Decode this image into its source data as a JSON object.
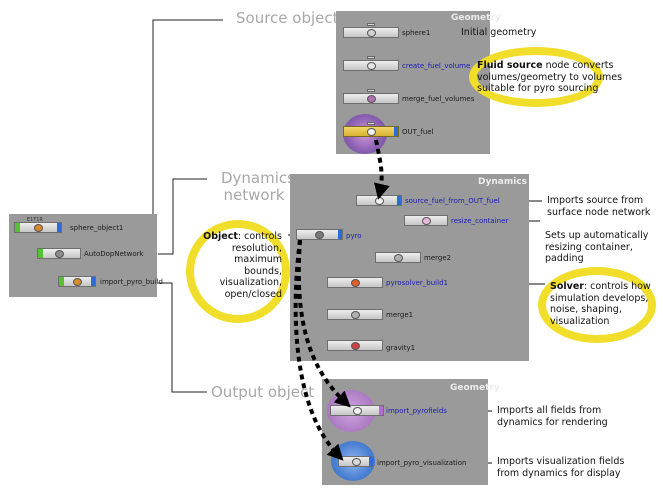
{
  "sections": {
    "source_object": "Source object",
    "dynamics_network": [
      "Dynamics",
      "network"
    ],
    "output_object": "Output object"
  },
  "panels": {
    "geometry_top": "Geometry",
    "dynamics": "Dynamics",
    "geometry_bottom": "Geometry"
  },
  "obj_nodes": {
    "sphere_object1": "sphere_object1",
    "autodopnetwork": "AutoDopNetwork",
    "import_pyro_build": "import_pyro_build",
    "sphere_badge": "E1F1R"
  },
  "geo_nodes": {
    "sphere1": "sphere1",
    "create_fuel_volume": "create_fuel_volume",
    "merge_fuel_volumes": "merge_fuel_volumes",
    "out_fuel": "OUT_fuel"
  },
  "dop_nodes": {
    "source_fuel": "source_fuel_from_OUT_fuel",
    "resize_container": "resize_container",
    "pyro": "pyro",
    "merge2": "merge2",
    "pyrosolver": "pyrosolver_build1",
    "merge1": "merge1",
    "gravity1": "gravity1"
  },
  "out_nodes": {
    "import_pyrofields": "import_pyrofields",
    "import_pyro_visualization": "import_pyro_visualization"
  },
  "notes": {
    "initial_geometry": "Initial geometry",
    "fluid_source_bold": "Fluid source",
    "fluid_source_rest1": " node converts",
    "fluid_source_rest2": "volumes/geometry to volumes",
    "fluid_source_rest3": "suitable for pyro sourcing",
    "imports_source": [
      "Imports source from",
      "surface node network"
    ],
    "sets_up": [
      "Sets up automatically",
      "resizing container,",
      "padding"
    ],
    "object_bold": "Object",
    "object_rest1": ": controls",
    "object_rest": [
      "resolution,",
      "maximum bounds,",
      "visualization,",
      "open/closed"
    ],
    "solver_bold": "Solver",
    "solver_rest1": ": controls how",
    "solver_rest": [
      "simulation develops,",
      "noise, shaping,",
      "visualization"
    ],
    "imports_all": [
      "Imports all fields from",
      "dynamics for rendering"
    ],
    "imports_vis": [
      "Imports visualization fields",
      "from dynamics for display"
    ]
  },
  "colors": {
    "panel_bg": "#9a9a9a",
    "highlight": "#f1de2b",
    "node_blue_label": "#1c1cb0",
    "obj_flag_green": "#59c035",
    "obj_flag_blue": "#2d6bd6",
    "pyro_halo_purple": "#b07fc6",
    "vis_halo_blue": "#4a7fd2"
  }
}
